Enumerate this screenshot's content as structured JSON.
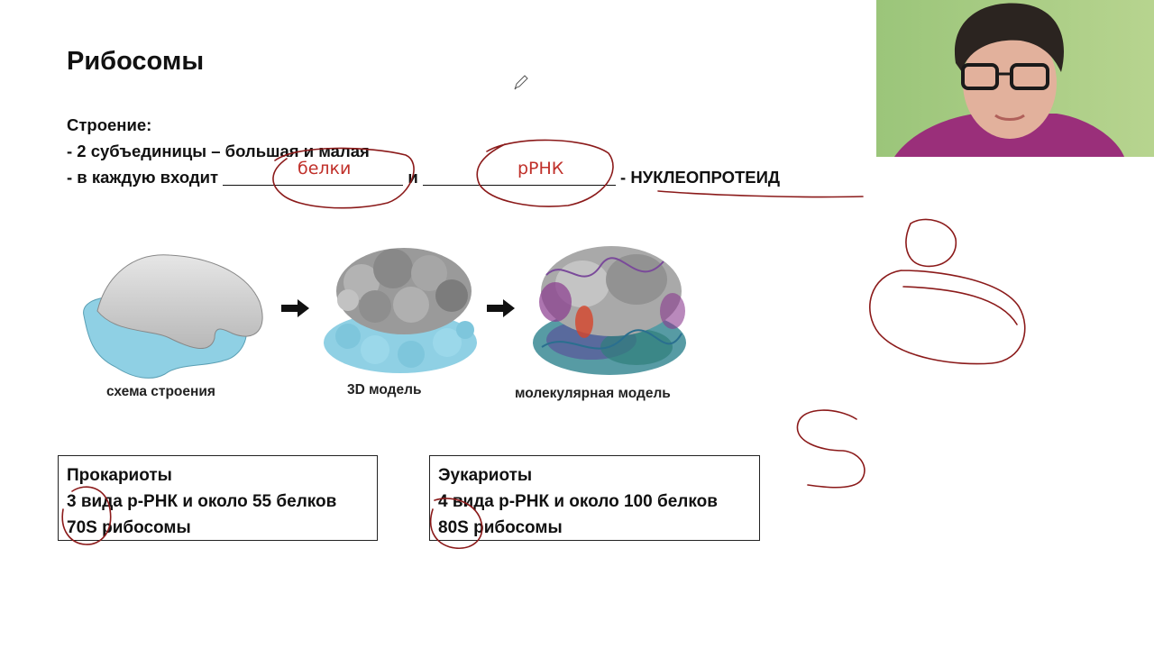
{
  "slide": {
    "title": "Рибосомы",
    "structure": {
      "heading": "Строение:",
      "line1": "- 2 субъединицы – большая и малая",
      "line2_prefix": "- в каждую входит",
      "line2_middle": "и",
      "line2_suffix": "- НУКЛЕОПРОТЕИД"
    },
    "handwritten": {
      "blank1": "белки",
      "blank2": "рРНК"
    },
    "images": {
      "caption1": "схема строения",
      "caption2": "3D модель",
      "caption3": "молекулярная модель"
    },
    "prokaryotes": {
      "title": "Прокариоты",
      "line1": "3 вида р-РНК и около 55 белков",
      "line2": "70S рибосомы"
    },
    "eukaryotes": {
      "title": "Эукариоты",
      "line1": "4 вида р-РНК и около 100 белков",
      "line2": "80S рибосомы"
    }
  },
  "colors": {
    "ink": "#8b1a1a",
    "handwriting": "#c0302a",
    "subunit_large": "#c8c8c8",
    "subunit_small": "#8fd0e4"
  },
  "icons": {
    "pointer": "pencil-cursor-icon",
    "arrow": "right-arrow-icon"
  }
}
